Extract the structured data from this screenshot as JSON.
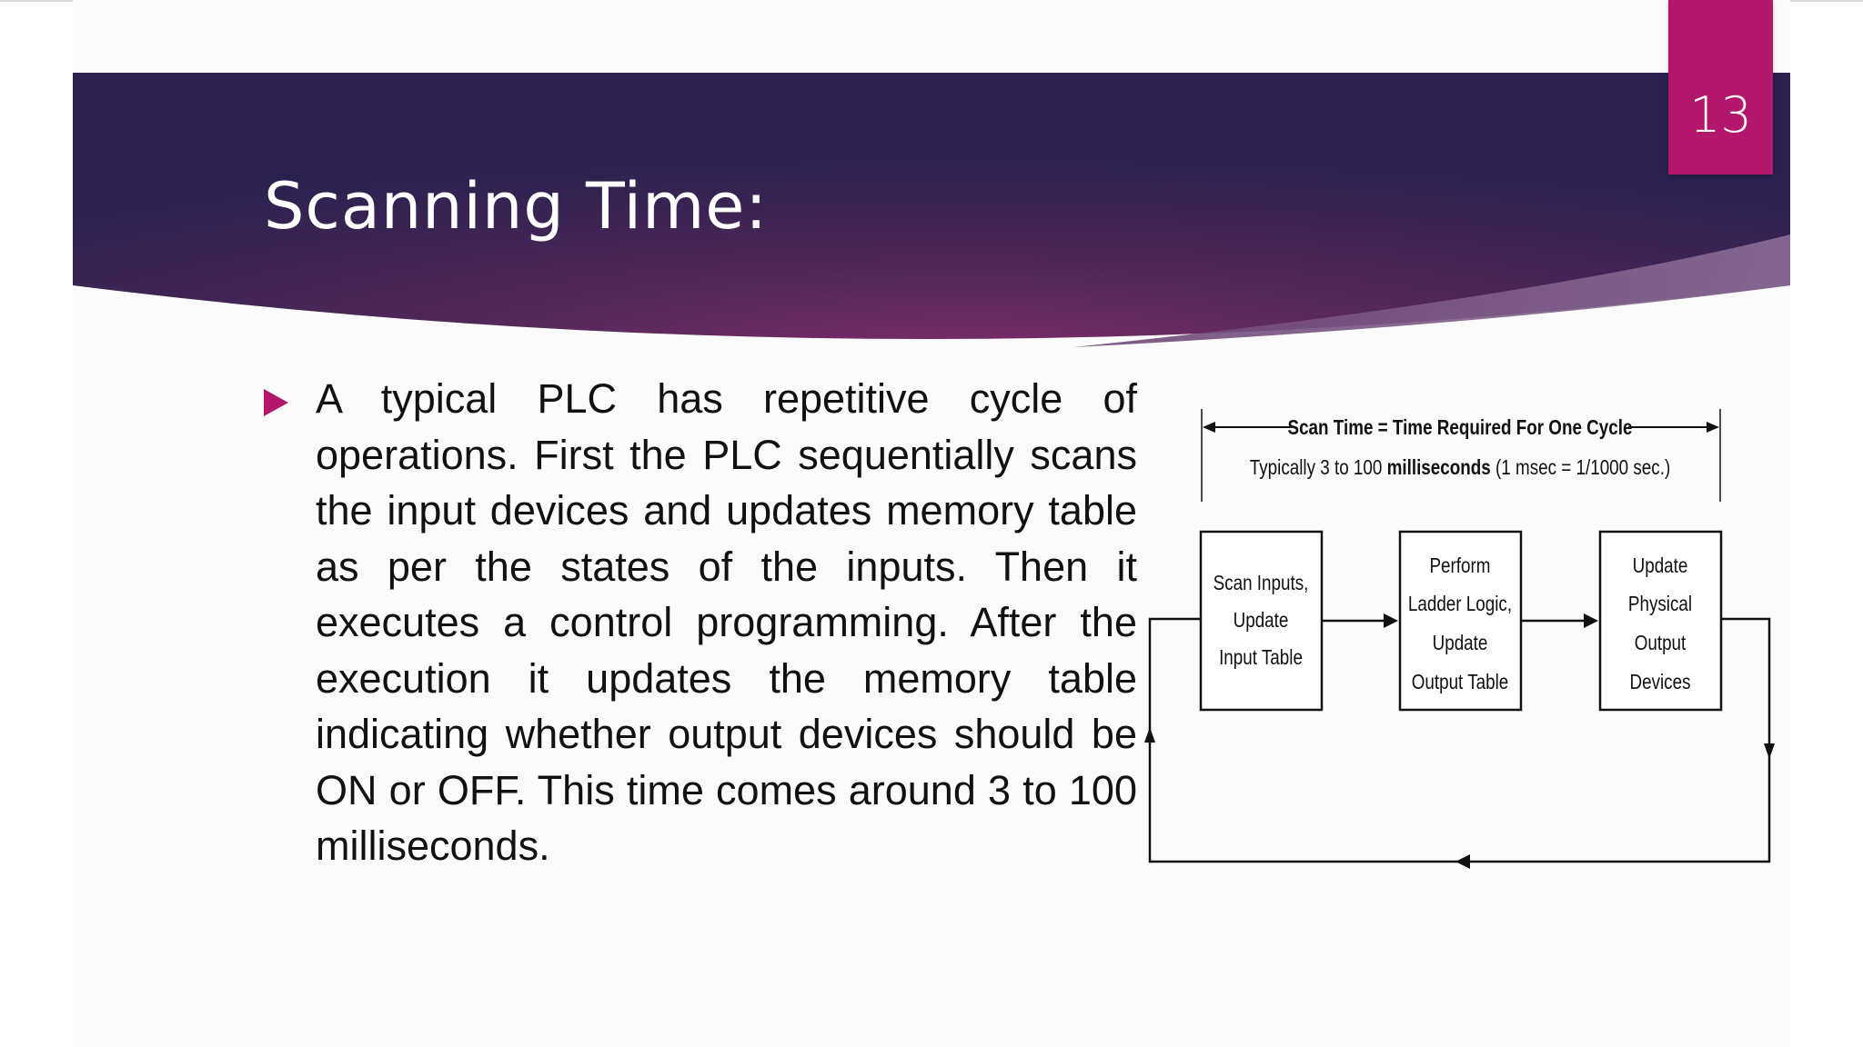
{
  "slide": {
    "page_number": "13",
    "title": "Scanning Time:",
    "bullet": "A typical PLC has repetitive cycle of operations. First the PLC sequentially scans the input devices and updates memory table as per the states of the inputs. Then it executes a control programming. After the execution it updates the memory table indicating whether output devices should be ON or OFF. This time comes around 3 to 100 milliseconds."
  },
  "diagram": {
    "scan_time_label": "Scan Time = Time Required For One Cycle",
    "typical_prefix": "Typically 3 to 100 ",
    "typical_bold": "milliseconds",
    "typical_suffix": " (1 msec = 1/1000 sec.)",
    "box1": [
      "Scan Inputs,",
      "Update",
      "Input Table"
    ],
    "box2": [
      "Perform",
      "Ladder Logic,",
      "Update",
      "Output Table"
    ],
    "box3": [
      "Update",
      "Physical",
      "Output",
      "Devices"
    ]
  },
  "colors": {
    "accent": "#b3176b",
    "header_dark": "#2c2152",
    "header_mid": "#6a2a62"
  },
  "icons": [
    "bullet-triangle-icon"
  ]
}
